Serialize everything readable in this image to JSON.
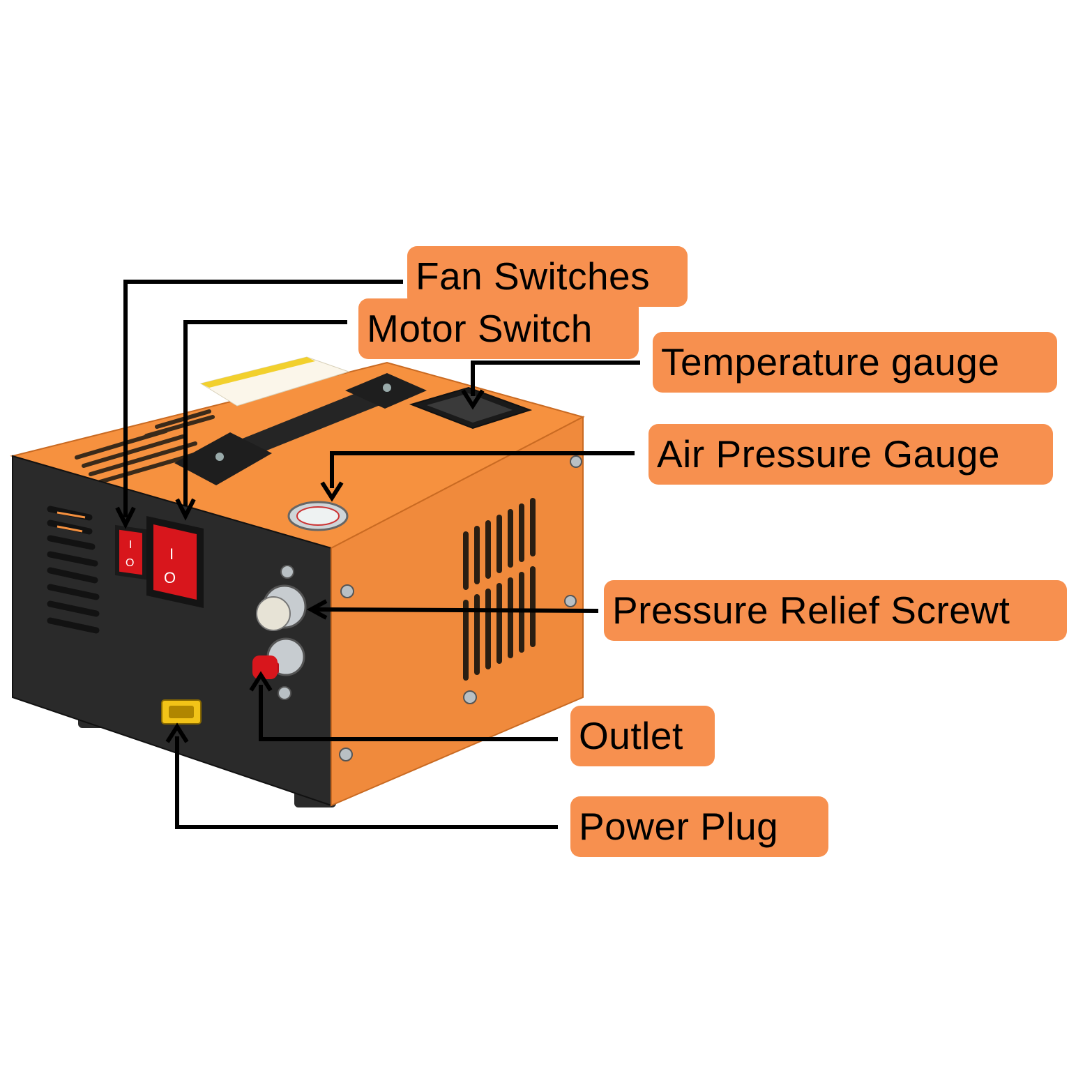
{
  "diagram": {
    "subject": "portable air compressor",
    "colors": {
      "label_background": "#f7904f",
      "body_orange": "#f08a3c",
      "front_panel": "#2b2b2b",
      "switch_red": "#d8161c",
      "leader_line": "#000000",
      "background": "#ffffff"
    },
    "labels": {
      "fan_switches": "Fan Switches",
      "motor_switch": "Motor Switch",
      "temperature_gauge": "Temperature gauge",
      "air_pressure_gauge": "Air Pressure Gauge",
      "pressure_relief_screw": "Pressure Relief Screwt",
      "outlet": "Outlet",
      "power_plug": "Power Plug"
    },
    "switch_marks": {
      "on": "I",
      "off": "O"
    }
  }
}
